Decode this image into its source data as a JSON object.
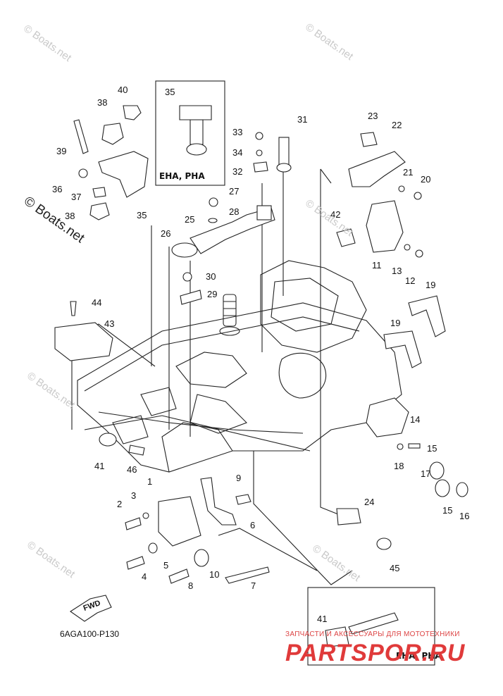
{
  "diagram": {
    "part_numbers": {
      "n1": "1",
      "n2": "2",
      "n3": "3",
      "n4": "4",
      "n5": "5",
      "n6": "6",
      "n7": "7",
      "n8": "8",
      "n9": "9",
      "n10": "10",
      "n11": "11",
      "n12": "12",
      "n13": "13",
      "n14": "14",
      "n15a": "15",
      "n15b": "15",
      "n16": "16",
      "n17": "17",
      "n18": "18",
      "n19a": "19",
      "n19b": "19",
      "n20": "20",
      "n21": "21",
      "n22": "22",
      "n23": "23",
      "n24": "24",
      "n25": "25",
      "n26": "26",
      "n27": "27",
      "n28": "28",
      "n29": "29",
      "n30": "30",
      "n31": "31",
      "n32": "32",
      "n33": "33",
      "n34": "34",
      "n35a": "35",
      "n35b": "35",
      "n36": "36",
      "n37": "37",
      "n38a": "38",
      "n38b": "38",
      "n39": "39",
      "n40": "40",
      "n41a": "41",
      "n41b": "41",
      "n42": "42",
      "n43": "43",
      "n44": "44",
      "n45": "45",
      "n46": "46"
    },
    "inset_top_label": "EHA, PHA",
    "inset_bottom_label": "EHA, PHA",
    "diagram_code": "6AGA100-P130",
    "fwd_label": "FWD"
  },
  "watermarks": {
    "small": "© Boats.net",
    "large": "© Boats.net"
  },
  "shop": {
    "tagline": "ЗАПЧАСТИ И АКСЕССУАРЫ ДЛЯ МОТОТЕХНИКИ",
    "logo": "PARTSPOR.RU"
  }
}
